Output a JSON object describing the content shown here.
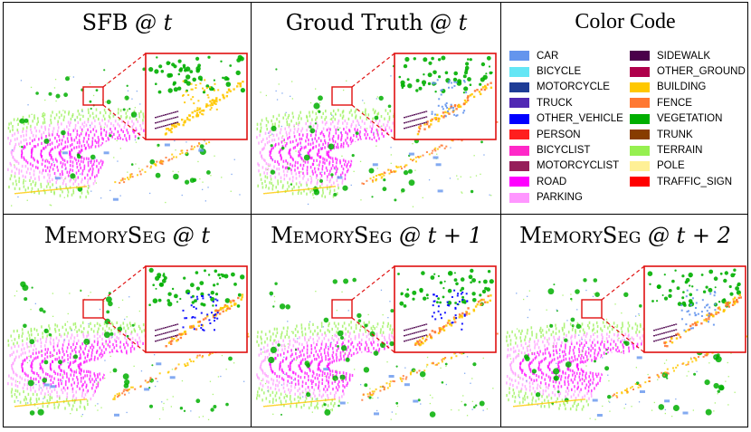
{
  "panels": [
    {
      "id": "sfb",
      "title_main": "SFB",
      "title_sc": "",
      "title_suffix": " @ t",
      "variant": 0
    },
    {
      "id": "gt",
      "title_main": "Groud Truth",
      "title_sc": "",
      "title_suffix": " @ t",
      "variant": 1
    },
    {
      "id": "mem-t",
      "title_main": "",
      "title_sc": "MemorySeg",
      "title_suffix": " @ t",
      "variant": 2
    },
    {
      "id": "mem-t1",
      "title_main": "",
      "title_sc": "MemorySeg",
      "title_suffix": " @ t + 1",
      "variant": 3
    },
    {
      "id": "mem-t2",
      "title_main": "",
      "title_sc": "MemorySeg",
      "title_suffix": " @ t + 2",
      "variant": 4
    }
  ],
  "legend": {
    "title": "Color Code",
    "col1": [
      {
        "label": "CAR",
        "color": "#6495ed"
      },
      {
        "label": "BICYCLE",
        "color": "#64e6f5"
      },
      {
        "label": "MOTORCYCLE",
        "color": "#1e3c96"
      },
      {
        "label": "TRUCK",
        "color": "#5028b4"
      },
      {
        "label": "OTHER_VEHICLE",
        "color": "#0000ff"
      },
      {
        "label": "PERSON",
        "color": "#ff1e1e"
      },
      {
        "label": "BICYCLIST",
        "color": "#ff28c8"
      },
      {
        "label": "MOTORCYCLIST",
        "color": "#961e5a"
      },
      {
        "label": "ROAD",
        "color": "#ff00ff"
      },
      {
        "label": "PARKING",
        "color": "#ff96ff"
      }
    ],
    "col2": [
      {
        "label": "SIDEWALK",
        "color": "#4b004b"
      },
      {
        "label": "OTHER_GROUND",
        "color": "#af004b"
      },
      {
        "label": "BUILDING",
        "color": "#ffc800"
      },
      {
        "label": "FENCE",
        "color": "#ff7832"
      },
      {
        "label": "VEGETATION",
        "color": "#00af00"
      },
      {
        "label": "TRUNK",
        "color": "#873c00"
      },
      {
        "label": "TERRAIN",
        "color": "#96f050"
      },
      {
        "label": "POLE",
        "color": "#fff096"
      },
      {
        "label": "TRAFFIC_SIGN",
        "color": "#ff0000"
      }
    ]
  },
  "colors": {
    "frame": "#000000",
    "zoom_box": "#e01010"
  }
}
